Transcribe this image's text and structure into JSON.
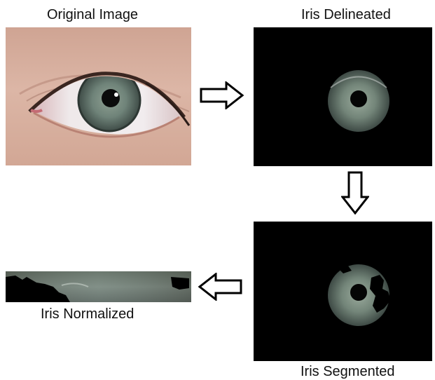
{
  "diagram": {
    "labels": {
      "original": "Original Image",
      "delineated": "Iris Delineated",
      "segmented": "Iris Segmented",
      "normalized": "Iris Normalized"
    },
    "colors": {
      "background": "#ffffff",
      "panel_black": "#000000",
      "skin": "#d9b3a4",
      "iris": "#6f8379",
      "pupil": "#0b0b0b",
      "sclera": "#ece6e8",
      "arrow_stroke": "#000000",
      "arrow_fill": "#ffffff"
    },
    "arrows": [
      "arrow-right",
      "arrow-down",
      "arrow-left"
    ]
  }
}
